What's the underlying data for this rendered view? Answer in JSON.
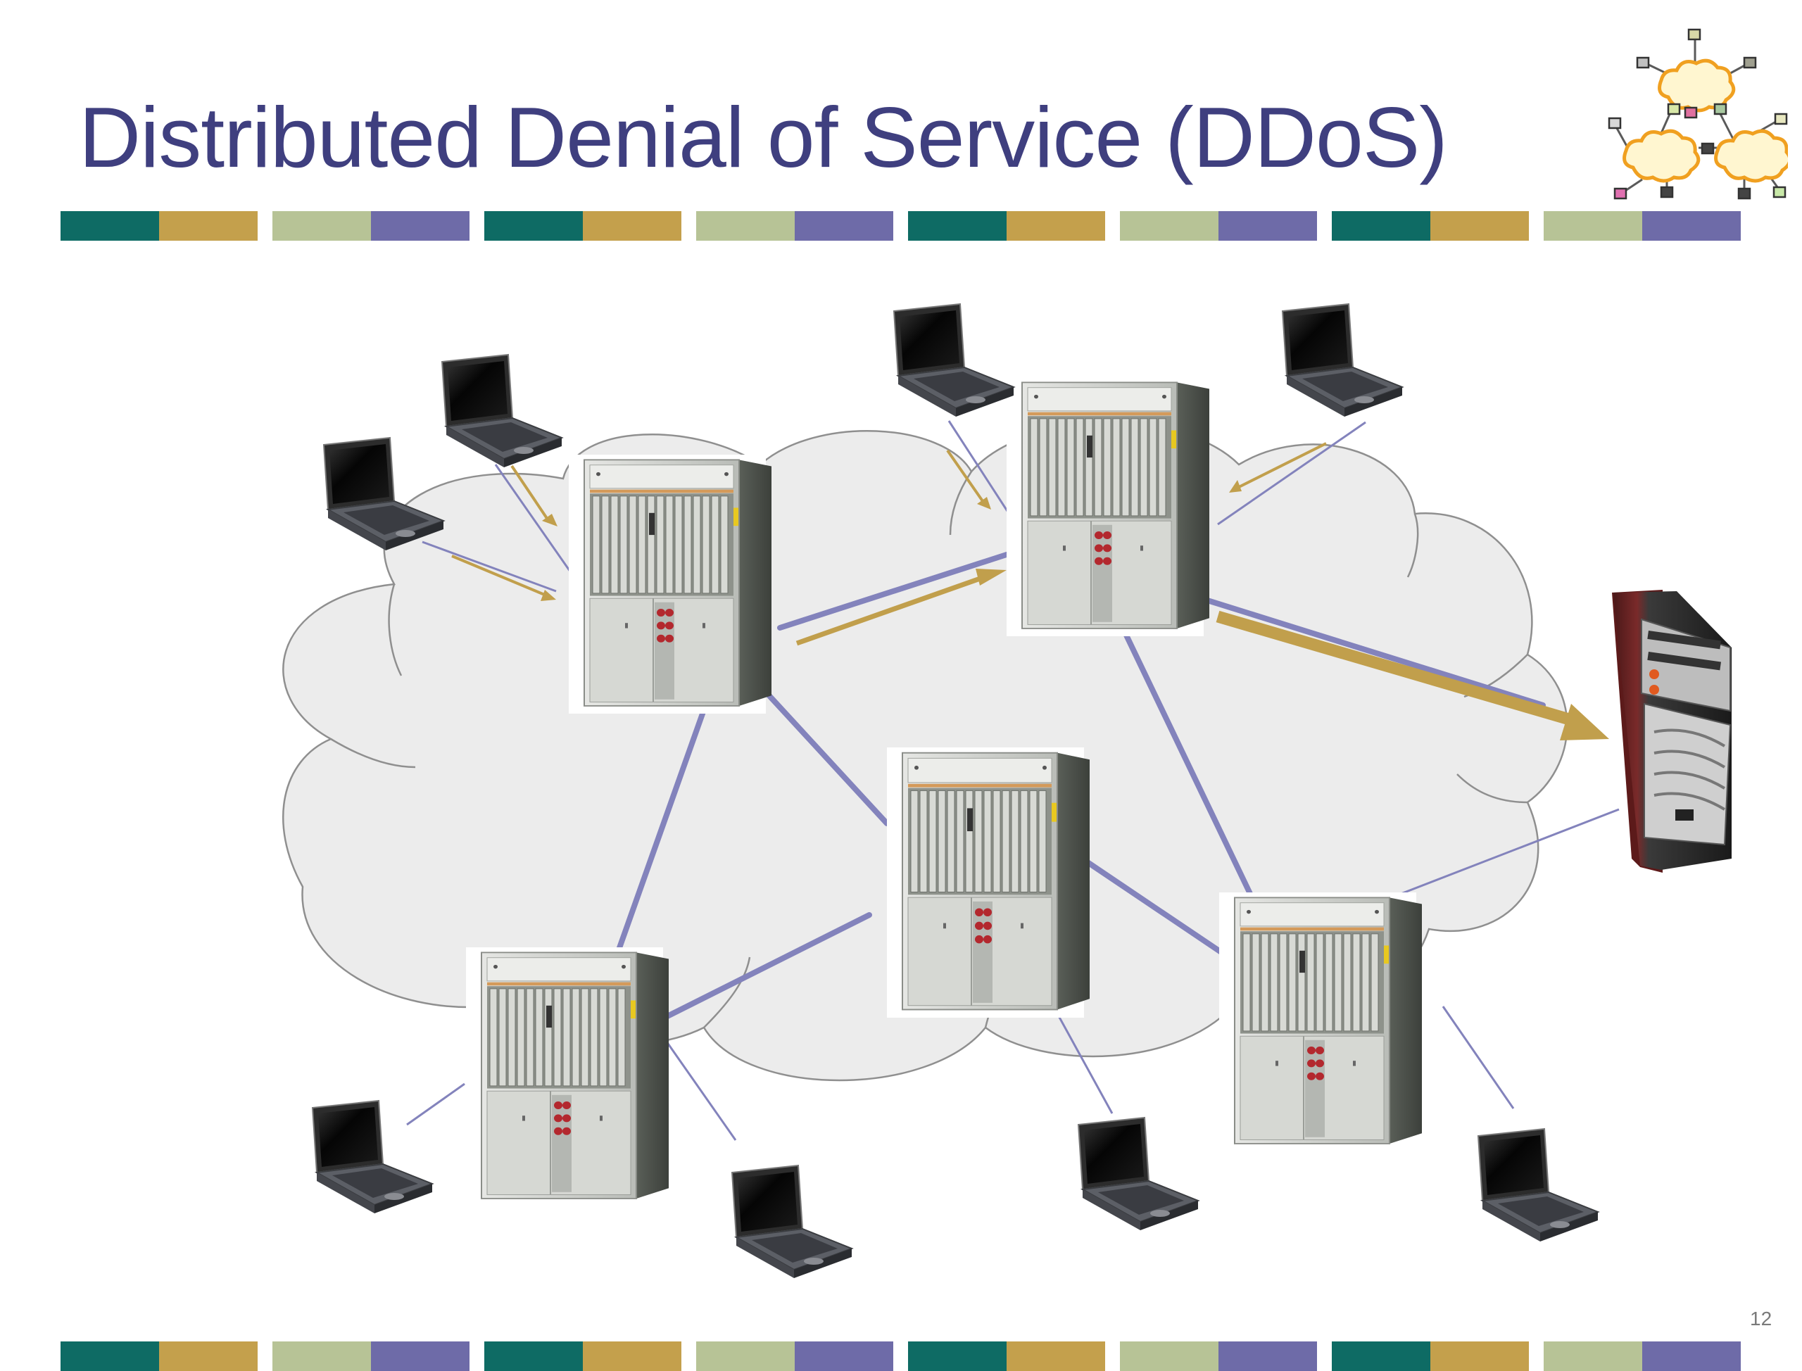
{
  "slide": {
    "title": "Distributed Denial of Service (DDoS)",
    "page_number": "12"
  },
  "colors": {
    "title": "#3f3f7f",
    "teal": "#0e6b64",
    "gold": "#c4a04c",
    "sage": "#b7c396",
    "purple": "#6e6ba8",
    "link": "#8383bc",
    "attack_arrow": "#c19f4c",
    "cloud_fill": "#ececec",
    "cloud_stroke": "#8f8f8f"
  },
  "decoration": {
    "stripe_pattern": [
      "teal",
      "gold",
      "gap",
      "sage",
      "purple",
      "gap"
    ],
    "logo": "network-clouds-logo"
  },
  "diagram": {
    "background": "internet-cloud",
    "nodes": [
      {
        "id": "router-top-left",
        "type": "router-rack"
      },
      {
        "id": "router-top-right",
        "type": "router-rack"
      },
      {
        "id": "router-center",
        "type": "router-rack"
      },
      {
        "id": "router-bottom-left",
        "type": "router-rack"
      },
      {
        "id": "router-bottom-right",
        "type": "router-rack"
      },
      {
        "id": "victim-server",
        "type": "server-tower"
      },
      {
        "id": "laptop-1",
        "type": "laptop"
      },
      {
        "id": "laptop-2",
        "type": "laptop"
      },
      {
        "id": "laptop-3",
        "type": "laptop"
      },
      {
        "id": "laptop-4",
        "type": "laptop"
      },
      {
        "id": "laptop-5",
        "type": "laptop"
      },
      {
        "id": "laptop-6",
        "type": "laptop"
      },
      {
        "id": "laptop-7",
        "type": "laptop"
      },
      {
        "id": "laptop-8",
        "type": "laptop"
      }
    ],
    "links": [
      {
        "from": "router-top-left",
        "to": "router-top-right",
        "kind": "trunk"
      },
      {
        "from": "router-top-left",
        "to": "router-bottom-left",
        "kind": "trunk"
      },
      {
        "from": "router-top-left",
        "to": "router-center",
        "kind": "trunk"
      },
      {
        "from": "router-center",
        "to": "router-bottom-left",
        "kind": "trunk"
      },
      {
        "from": "router-center",
        "to": "router-bottom-right",
        "kind": "trunk"
      },
      {
        "from": "router-top-right",
        "to": "router-bottom-right",
        "kind": "trunk"
      },
      {
        "from": "router-top-right",
        "to": "victim-server",
        "kind": "trunk"
      },
      {
        "from": "router-bottom-right",
        "to": "victim-server",
        "kind": "access"
      },
      {
        "from": "laptop-1",
        "to": "router-top-left",
        "kind": "access"
      },
      {
        "from": "laptop-2",
        "to": "router-top-left",
        "kind": "access"
      },
      {
        "from": "laptop-3",
        "to": "router-top-right",
        "kind": "access"
      },
      {
        "from": "laptop-4",
        "to": "router-top-right",
        "kind": "access"
      },
      {
        "from": "laptop-5",
        "to": "router-bottom-left",
        "kind": "access"
      },
      {
        "from": "laptop-6",
        "to": "router-bottom-left",
        "kind": "access"
      },
      {
        "from": "laptop-7",
        "to": "router-center",
        "kind": "access"
      },
      {
        "from": "laptop-8",
        "to": "router-bottom-right",
        "kind": "access"
      }
    ],
    "attack_flows": [
      {
        "from": "laptop-1",
        "to": "router-top-left"
      },
      {
        "from": "laptop-2",
        "to": "router-top-left"
      },
      {
        "from": "laptop-3",
        "to": "router-top-right"
      },
      {
        "from": "laptop-4",
        "to": "router-top-right"
      },
      {
        "from": "router-top-left",
        "to": "router-top-right"
      },
      {
        "from": "router-top-right",
        "to": "victim-server"
      }
    ]
  }
}
